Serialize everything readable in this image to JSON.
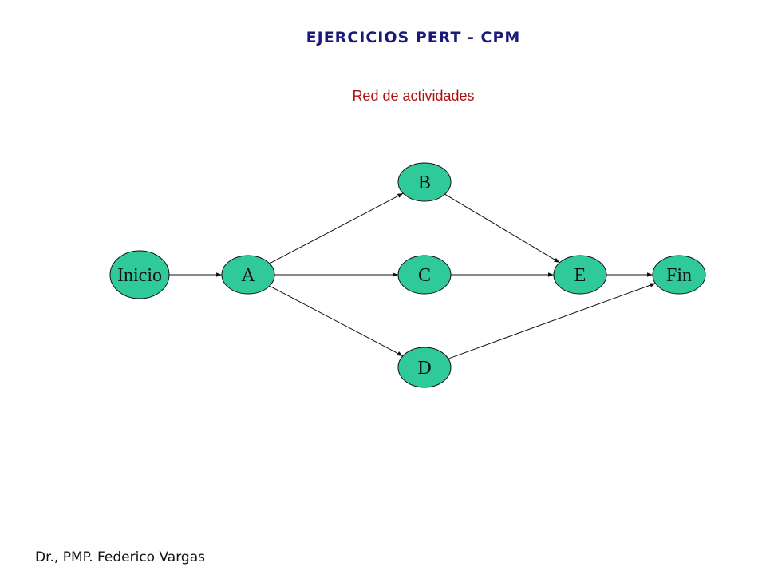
{
  "header": {
    "title": "EJERCICIOS PERT - CPM",
    "subtitle": "Red de actividades"
  },
  "diagram": {
    "type": "network",
    "node_fill": "#2fc99a",
    "edge_color": "#111111",
    "nodes": [
      {
        "id": "inicio",
        "label": "Inicio"
      },
      {
        "id": "a",
        "label": "A"
      },
      {
        "id": "b",
        "label": "B"
      },
      {
        "id": "c",
        "label": "C"
      },
      {
        "id": "d",
        "label": "D"
      },
      {
        "id": "e",
        "label": "E"
      },
      {
        "id": "fin",
        "label": "Fin"
      }
    ],
    "edges": [
      {
        "from": "inicio",
        "to": "a"
      },
      {
        "from": "a",
        "to": "b"
      },
      {
        "from": "a",
        "to": "c"
      },
      {
        "from": "a",
        "to": "d"
      },
      {
        "from": "b",
        "to": "e"
      },
      {
        "from": "c",
        "to": "e"
      },
      {
        "from": "e",
        "to": "fin"
      },
      {
        "from": "d",
        "to": "fin"
      }
    ]
  },
  "footer": {
    "author": "Dr., PMP. Federico Vargas"
  }
}
